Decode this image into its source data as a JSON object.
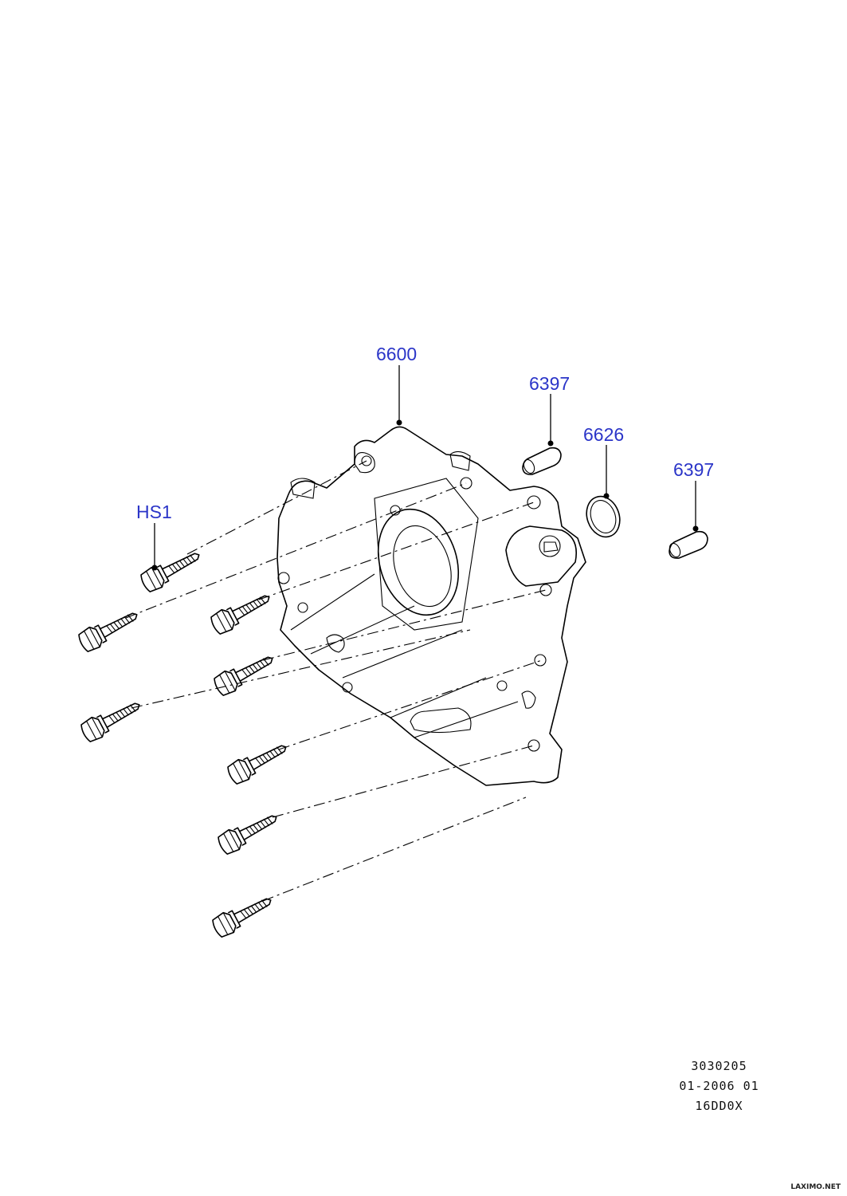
{
  "callouts": {
    "part_6600": "6600",
    "part_6397_a": "6397",
    "part_6626": "6626",
    "part_6397_b": "6397",
    "part_hs1": "HS1"
  },
  "drawing_code": {
    "line1": "3030205",
    "line2": "01-2006 01",
    "line3": "16DD0X"
  },
  "watermark": "LAXIMO.NET",
  "colors": {
    "callout": "#2b35c8",
    "line": "#000000",
    "background": "#ffffff"
  }
}
